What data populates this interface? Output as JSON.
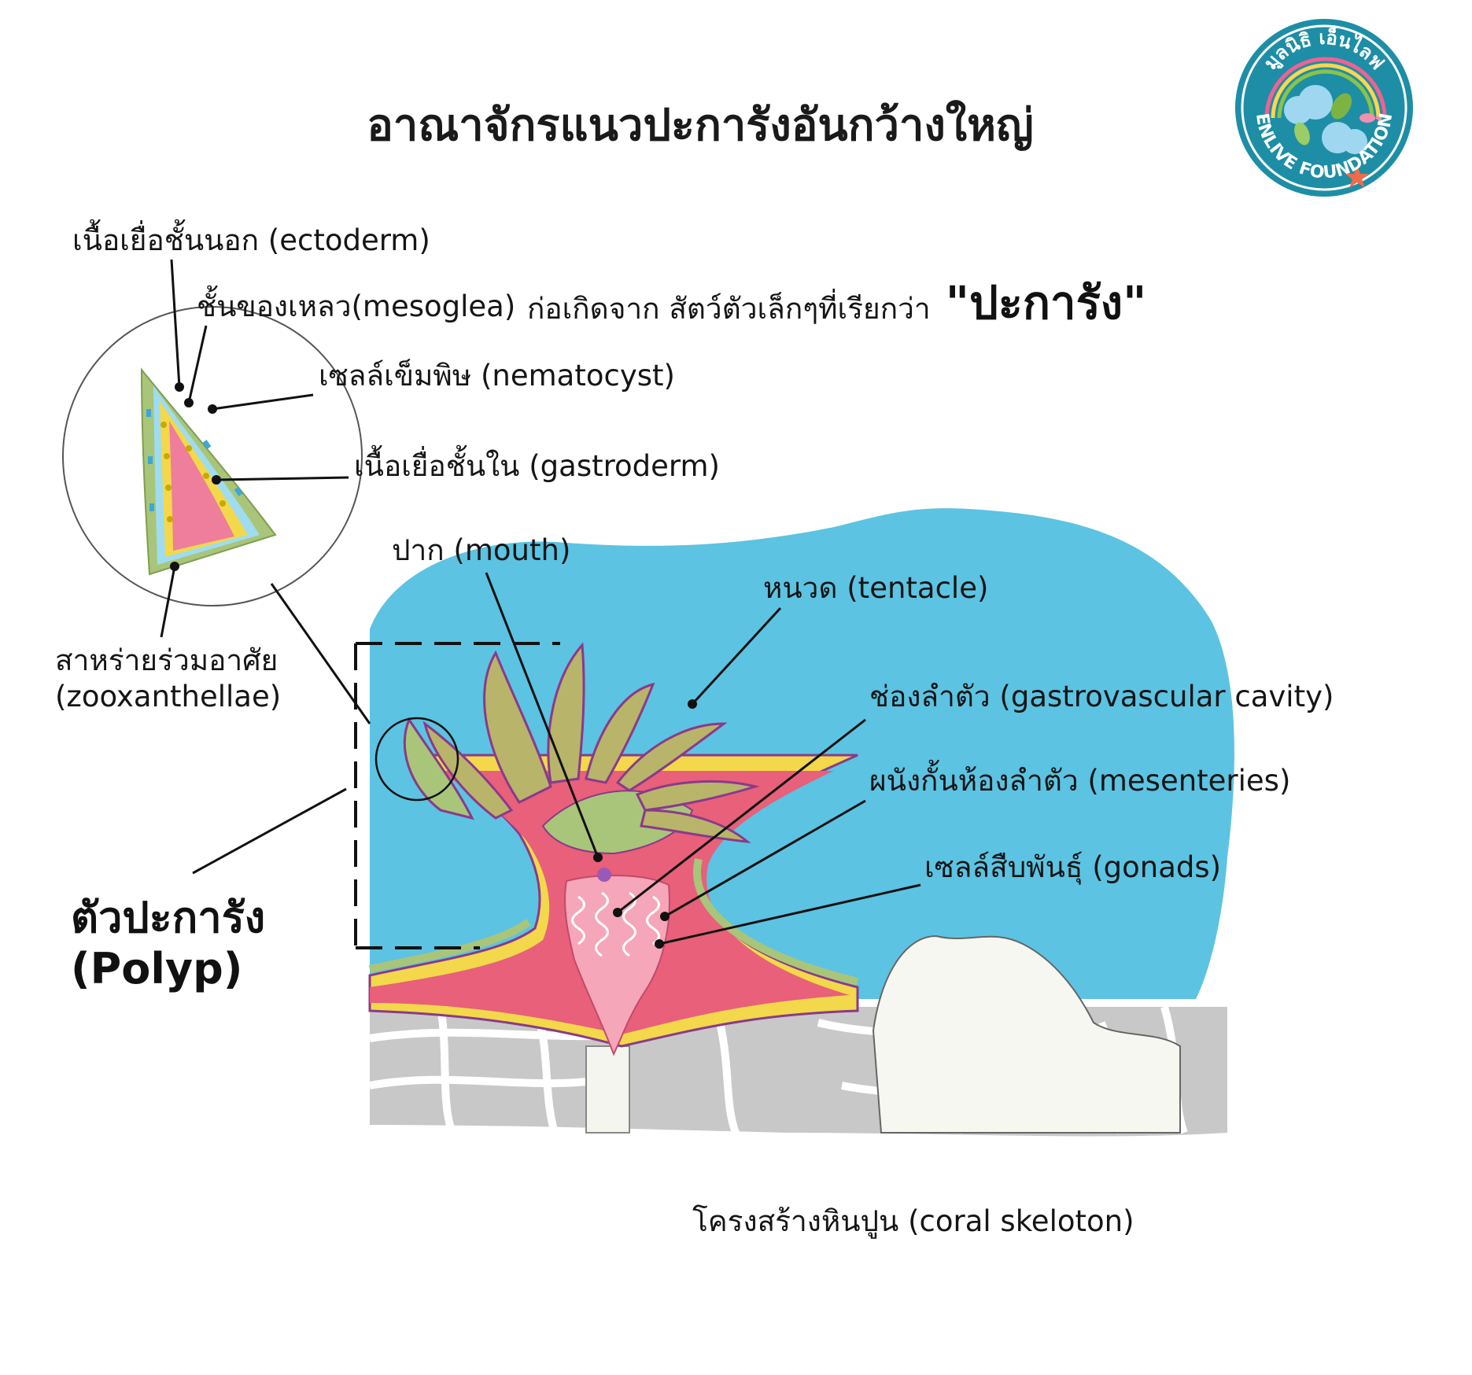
{
  "title": "อาณาจักรแนวปะการังอันกว้างใหญ่",
  "subtitle": {
    "lead": "ก่อเกิดจาก สัตว์ตัวเล็กๆที่เรียกว่า",
    "emphasis": "\"ปะการัง\""
  },
  "logo": {
    "top_text": "มูลนิธิ เอ็นไลฟ",
    "bottom_text": "ENLIVE FOUNDATION",
    "icon": "enlive-foundation-logo"
  },
  "labels": {
    "ectoderm": "เนื้อเยื่อชั้นนอก (ectoderm)",
    "mesoglea": "ชั้นของเหลว(mesoglea)",
    "nematocyst": "เซลล์เข็มพิษ (nematocyst)",
    "gastroderm": "เนื้อเยื่อชั้นใน (gastroderm)",
    "zooxanthellae_th": "สาหร่ายร่วมอาศัย",
    "zooxanthellae_en": "(zooxanthellae)",
    "mouth": "ปาก (mouth)",
    "tentacle": "หนวด (tentacle)",
    "cavity": "ช่องลำตัว (gastrovascular cavity)",
    "mesenteries": "ผนังกั้นห้องลำตัว (mesenteries)",
    "gonads": "เซลล์สืบพันธุ์ (gonads)",
    "polyp_th": "ตัวปะการัง",
    "polyp_en": "(Polyp)",
    "skeleton": "โครงสร้างหินปูน (coral skeloton)"
  },
  "colors": {
    "water": "#5cc3e2",
    "body_pink": "#e8607a",
    "inner_pink": "#f5a6b8",
    "ectoderm_green": "#a9c57a",
    "mesoglea_yellow": "#f2d84a",
    "outline_purple": "#8a3a8a",
    "skeleton_gray": "#bdbdbd",
    "logo_teal": "#1d8ea6"
  }
}
